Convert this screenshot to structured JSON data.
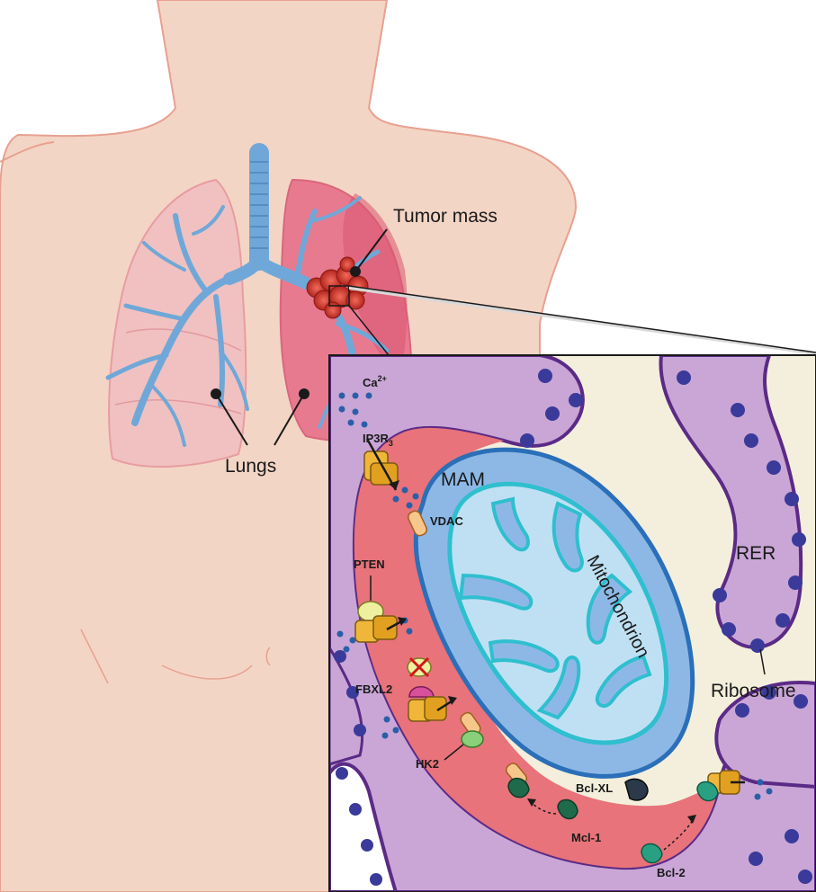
{
  "labels": {
    "tumor_mass": "Tumor mass",
    "lungs": "Lungs",
    "ca": "Ca",
    "ca_sup": "2+",
    "ip3r": "IP3R",
    "ip3r_sub": "3",
    "mam": "MAM",
    "vdac": "VDAC",
    "pten": "PTEN",
    "fbxl2": "FBXL2",
    "hk2": "HK2",
    "mcl1": "Mcl-1",
    "bclxl": "Bcl-XL",
    "bcl2": "Bcl-2",
    "mitochondrion": "Mitochondrion",
    "rer": "RER",
    "ribosome": "Ribosome"
  },
  "colors": {
    "skin": "#f3d5c5",
    "skin_outline": "#e8a090",
    "lung": "#f0b4b8",
    "lung_right": "#e87a90",
    "bronchi": "#6fa8d8",
    "tumor": "#d93a2f",
    "er": "#c9a6d6",
    "er_outline": "#5b2a86",
    "mam": "#e8737a",
    "mito_outer": "#8db8e6",
    "mito_inner": "#5ec8d8",
    "ribosome": "#3a3a9a",
    "cytosol": "#f3efdc"
  }
}
